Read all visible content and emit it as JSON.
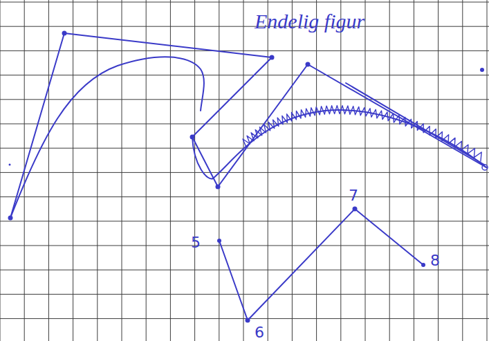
{
  "diagram": {
    "title": "Endelig figur",
    "labels": [
      "5",
      "6",
      "7",
      "8"
    ]
  }
}
